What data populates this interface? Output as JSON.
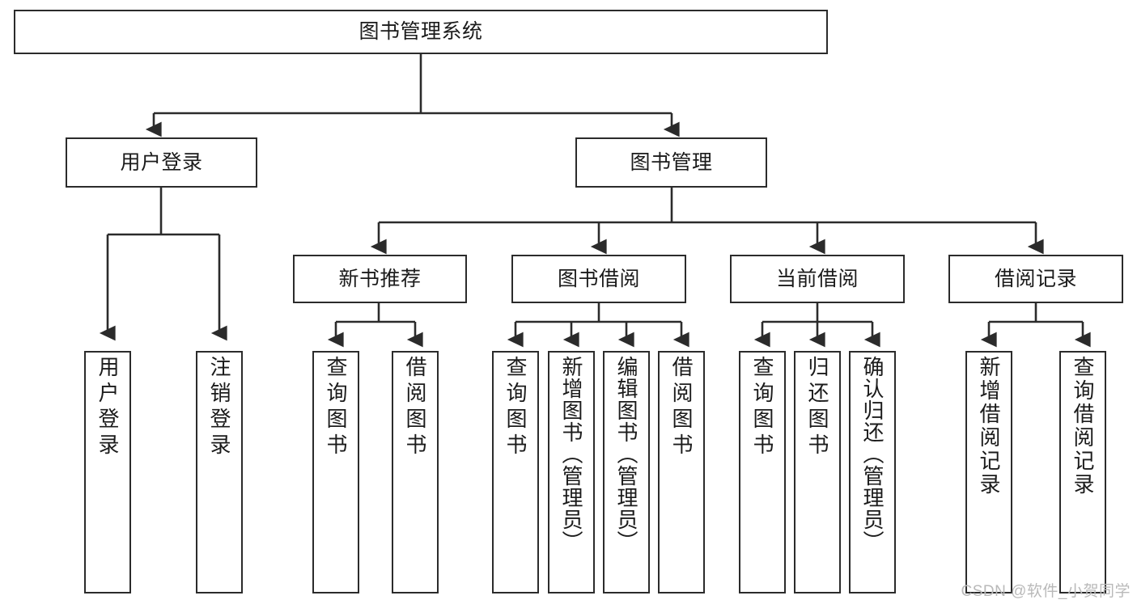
{
  "diagram": {
    "type": "tree-hierarchy-chart",
    "title": "图书管理系统",
    "watermark": "CSDN @软件_小贺同学",
    "colors": {
      "stroke": "#2b2b2b",
      "fill": "#ffffff",
      "text": "#1b1b1b",
      "watermark": "#b9b9b9"
    },
    "nodes": {
      "root": {
        "label": "图书管理系统"
      },
      "level2": [
        {
          "label": "用户登录"
        },
        {
          "label": "图书管理"
        }
      ],
      "level3": [
        {
          "label": "新书推荐"
        },
        {
          "label": "图书借阅"
        },
        {
          "label": "当前借阅"
        },
        {
          "label": "借阅记录"
        }
      ],
      "leaves": {
        "user_login": [
          {
            "label": "用户登录"
          },
          {
            "label": "注销登录"
          }
        ],
        "new_book": [
          {
            "label": "查询图书"
          },
          {
            "label": "借阅图书"
          }
        ],
        "book_borrow": [
          {
            "label": "查询图书"
          },
          {
            "label": "新增图书（管理员）"
          },
          {
            "label": "编辑图书（管理员）"
          },
          {
            "label": "借阅图书"
          }
        ],
        "current_borrow": [
          {
            "label": "查询图书"
          },
          {
            "label": "归还图书"
          },
          {
            "label": "确认归还（管理员）"
          }
        ],
        "borrow_record": [
          {
            "label": "新增借阅记录"
          },
          {
            "label": "查询借阅记录"
          }
        ]
      }
    }
  }
}
